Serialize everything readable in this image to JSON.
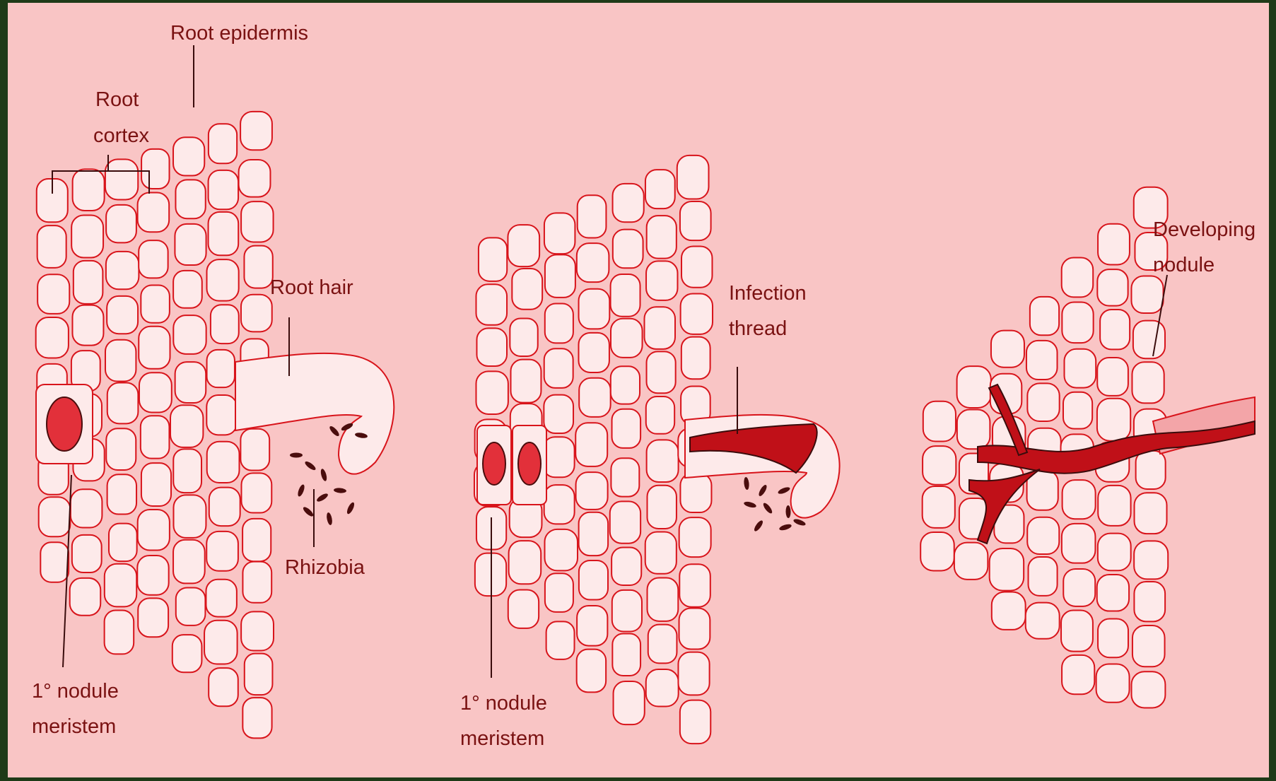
{
  "colors": {
    "background": "#f9c5c5",
    "frame": "#1f3a18",
    "line": "#d8141b",
    "ink": "#7a1212",
    "bacteria": "#4a0d0d"
  },
  "panels": [
    {
      "labels": {
        "root_epidermis": "Root epidermis",
        "root_cortex_1": "Root",
        "root_cortex_2": "cortex",
        "root_hair": "Root hair",
        "rhizobia": "Rhizobia",
        "meristem_1": "1° nodule",
        "meristem_2": "meristem"
      }
    },
    {
      "labels": {
        "infection_thread_1": "Infection",
        "infection_thread_2": "thread",
        "meristem_1": "1° nodule",
        "meristem_2": "meristem"
      }
    },
    {
      "labels": {
        "developing_nodule_1": "Developing",
        "developing_nodule_2": "nodule"
      }
    }
  ]
}
